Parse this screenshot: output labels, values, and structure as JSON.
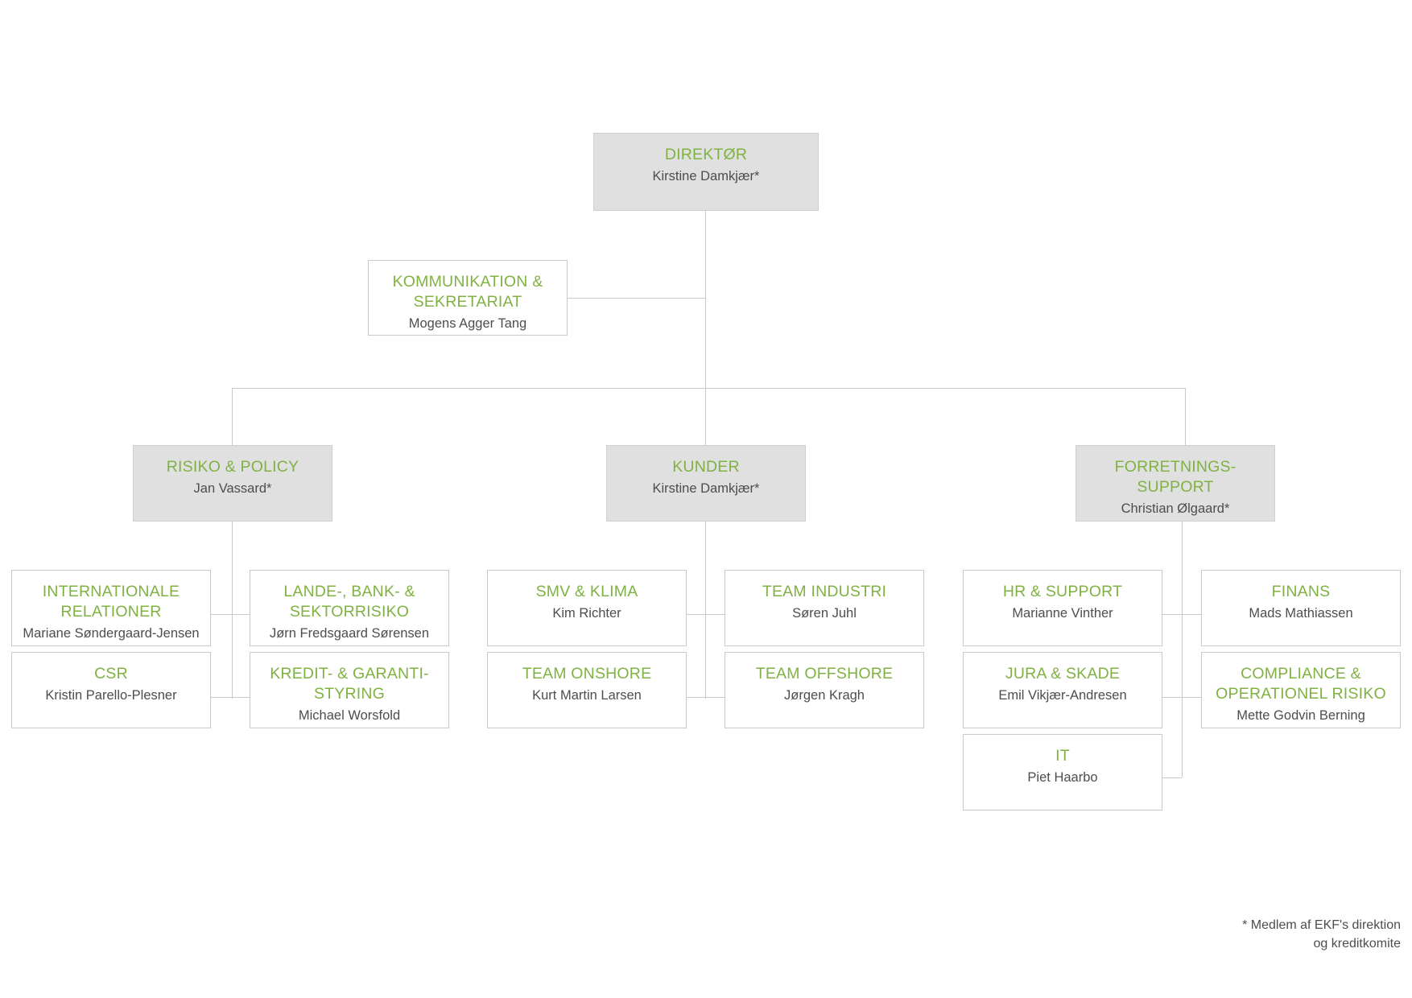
{
  "diagram": {
    "title": "EKF organisationsdiagram",
    "colors": {
      "unit_green": "#7fb241",
      "person_gray": "#4d4d4d",
      "box_border": "#c9c9c9",
      "box_fill_highlight": "#e0e0e0",
      "connector": "#c9c9c9",
      "background": "#ffffff"
    }
  },
  "root": {
    "unit": "DIREKTØR",
    "person": "Kirstine Damkjær*"
  },
  "staff": {
    "unit": "KOMMUNIKATION & SEKRETARIAT",
    "unit_line1": "KOMMUNIKATION &",
    "unit_line2": "SEKRETARIAT",
    "person": "Mogens Agger Tang"
  },
  "divisions": [
    {
      "unit": "RISIKO & POLICY",
      "person": "Jan Vassard*",
      "units": [
        {
          "unit": "INTERNATIONALE RELATIONER",
          "unit_line1": "INTERNATIONALE",
          "unit_line2": "RELATIONER",
          "person": "Mariane Søndergaard-Jensen"
        },
        {
          "unit": "LANDE-, BANK- & SEKTORRISIKO",
          "unit_line1": "LANDE-, BANK- &",
          "unit_line2": "SEKTORRISIKO",
          "person": "Jørn Fredsgaard Sørensen"
        },
        {
          "unit": "CSR",
          "unit_line1": "CSR",
          "unit_line2": "",
          "person": "Kristin Parello-Plesner"
        },
        {
          "unit": "KREDIT- & GARANTI-STYRING",
          "unit_line1": "KREDIT- & GARANTI-",
          "unit_line2": "STYRING",
          "person": "Michael Worsfold"
        }
      ]
    },
    {
      "unit": "KUNDER",
      "person": "Kirstine Damkjær*",
      "units": [
        {
          "unit": "SMV & KLIMA",
          "unit_line1": "SMV & KLIMA",
          "unit_line2": "",
          "person": "Kim Richter"
        },
        {
          "unit": "TEAM INDUSTRI",
          "unit_line1": "TEAM INDUSTRI",
          "unit_line2": "",
          "person": "Søren Juhl"
        },
        {
          "unit": "TEAM ONSHORE",
          "unit_line1": "TEAM ONSHORE",
          "unit_line2": "",
          "person": "Kurt Martin Larsen"
        },
        {
          "unit": "TEAM OFFSHORE",
          "unit_line1": "TEAM OFFSHORE",
          "unit_line2": "",
          "person": "Jørgen Kragh"
        }
      ]
    },
    {
      "unit": "FORRETNINGS-SUPPORT",
      "unit_line1": "FORRETNINGS-",
      "unit_line2": "SUPPORT",
      "person": "Christian Ølgaard*",
      "units": [
        {
          "unit": "HR & SUPPORT",
          "unit_line1": "HR & SUPPORT",
          "unit_line2": "",
          "person": "Marianne Vinther"
        },
        {
          "unit": "FINANS",
          "unit_line1": "FINANS",
          "unit_line2": "",
          "person": "Mads Mathiassen"
        },
        {
          "unit": "JURA & SKADE",
          "unit_line1": "JURA & SKADE",
          "unit_line2": "",
          "person": "Emil Vikjær-Andresen"
        },
        {
          "unit": "COMPLIANCE & OPERATIONEL RISIKO",
          "unit_line1": "COMPLIANCE &",
          "unit_line2": "OPERATIONEL RISIKO",
          "person": "Mette Godvin Berning"
        },
        {
          "unit": "IT",
          "unit_line1": "IT",
          "unit_line2": "",
          "person": "Piet Haarbo"
        }
      ]
    }
  ],
  "footnote": {
    "line1": "* Medlem af EKF's direktion",
    "line2": "og kreditkomite"
  }
}
